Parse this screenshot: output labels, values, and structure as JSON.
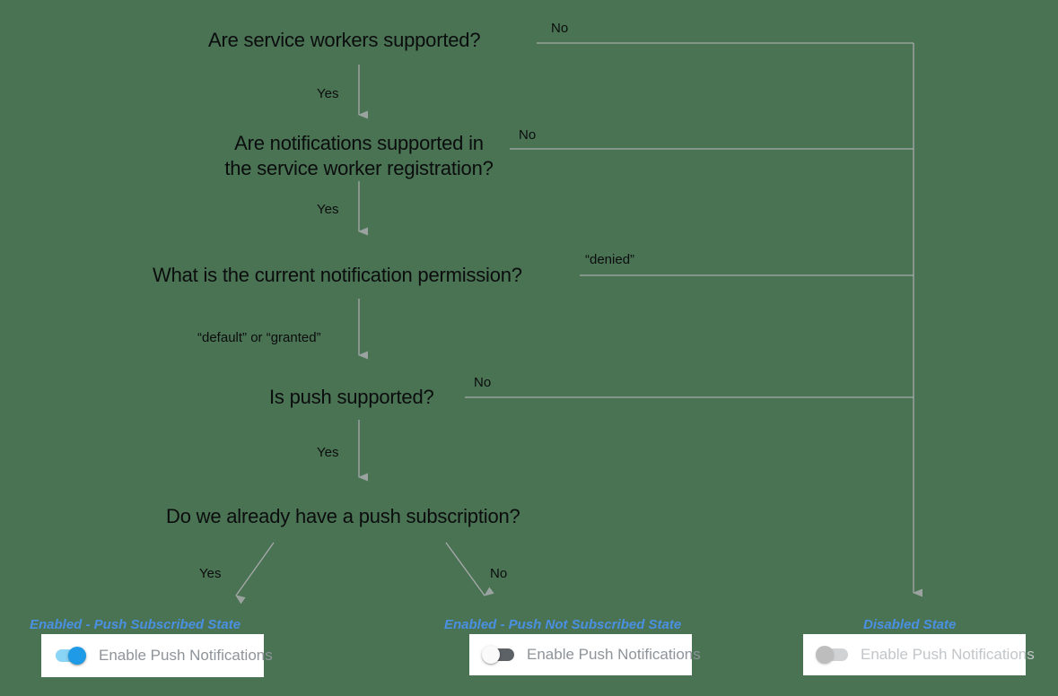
{
  "background_color": "#4a7354",
  "line_color": "#a8aaab",
  "accent_color": "#4a90e2",
  "toggle_on_color": "#1e9ae6",
  "flow": {
    "nodes": [
      {
        "id": "q1",
        "text": "Are service workers supported?"
      },
      {
        "id": "q2",
        "text": "Are notifications supported in\nthe service worker registration?"
      },
      {
        "id": "q3",
        "text": "What is the current notification permission?"
      },
      {
        "id": "q4",
        "text": "Is push supported?"
      },
      {
        "id": "q5",
        "text": "Do we already have a push subscription?"
      }
    ],
    "edge_labels": [
      {
        "id": "e1-no",
        "text": "No"
      },
      {
        "id": "e1-yes",
        "text": "Yes"
      },
      {
        "id": "e2-no",
        "text": "No"
      },
      {
        "id": "e2-yes",
        "text": "Yes"
      },
      {
        "id": "e3-denied",
        "text": "“denied”"
      },
      {
        "id": "e3-default",
        "text": "“default” or “granted”"
      },
      {
        "id": "e4-no",
        "text": "No"
      },
      {
        "id": "e4-yes",
        "text": "Yes"
      },
      {
        "id": "e5-yes",
        "text": "Yes"
      },
      {
        "id": "e5-no",
        "text": "No"
      }
    ]
  },
  "outcomes": [
    {
      "id": "enabled-subscribed",
      "label": "Enabled - Push Subscribed State",
      "toggle_caption": "Enable Push Notifications",
      "toggle_state": "on"
    },
    {
      "id": "enabled-not-subscribed",
      "label": "Enabled - Push Not Subscribed State",
      "toggle_caption": "Enable Push Notifications",
      "toggle_state": "off"
    },
    {
      "id": "disabled",
      "label": "Disabled State",
      "toggle_caption": "Enable Push Notifications",
      "toggle_state": "disabled"
    }
  ]
}
